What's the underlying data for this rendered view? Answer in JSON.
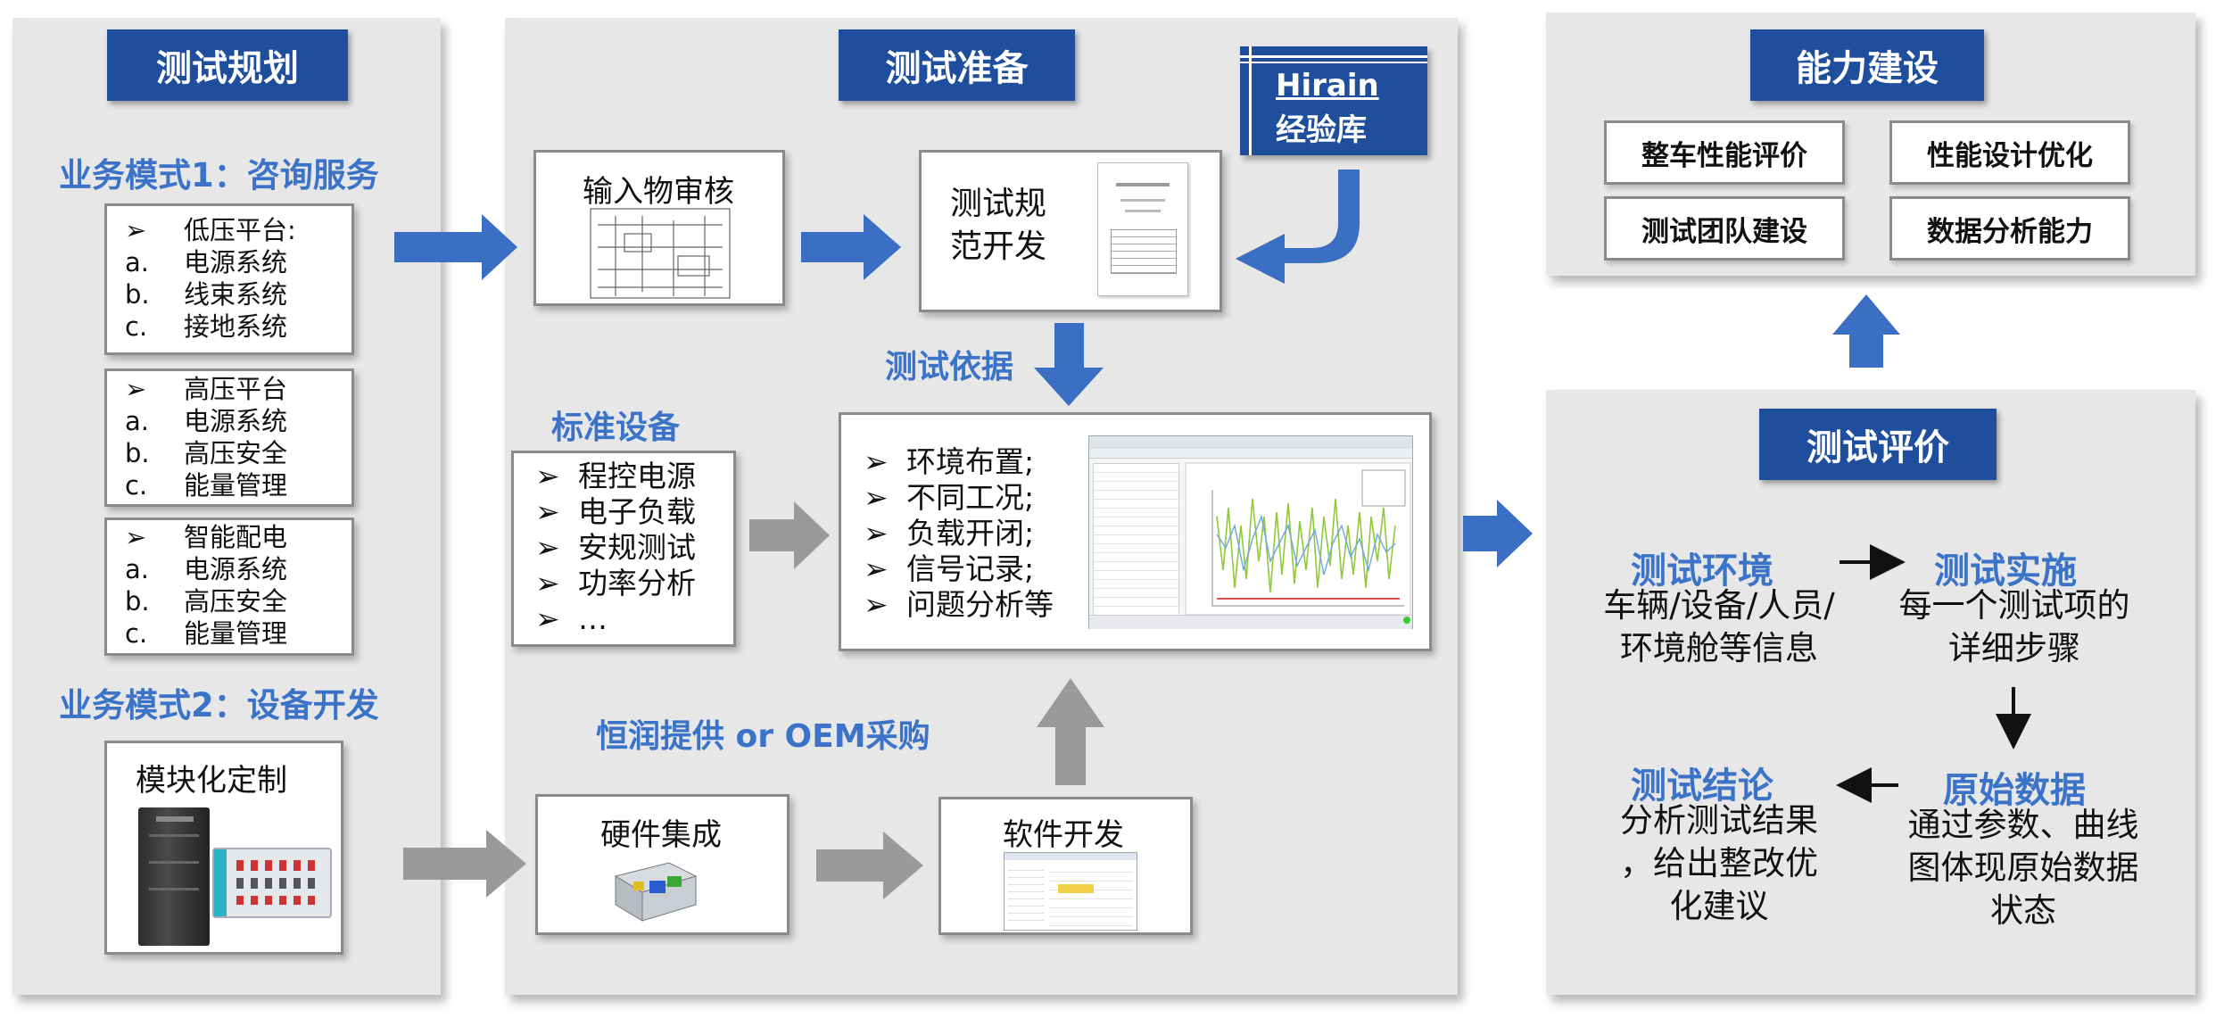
{
  "colors": {
    "brand_blue": "#1f4e9d",
    "accent_blue": "#3a73c8",
    "arrow_blue": "#3b6fc4",
    "arrow_gray": "#9a9a9a",
    "panel_gray": "#e7e7e7"
  },
  "planning": {
    "header": "测试规划",
    "mode1": "业务模式1：咨询服务",
    "platforms": [
      {
        "name": "低压平台:",
        "items": [
          {
            "m": "a.",
            "t": "电源系统"
          },
          {
            "m": "b.",
            "t": "线束系统"
          },
          {
            "m": "c.",
            "t": "接地系统"
          }
        ]
      },
      {
        "name": "高压平台",
        "items": [
          {
            "m": "a.",
            "t": "电源系统"
          },
          {
            "m": "b.",
            "t": "高压安全"
          },
          {
            "m": "c.",
            "t": "能量管理"
          }
        ]
      },
      {
        "name": "智能配电",
        "items": [
          {
            "m": "a.",
            "t": "电源系统"
          },
          {
            "m": "b.",
            "t": "高压安全"
          },
          {
            "m": "c.",
            "t": "能量管理"
          }
        ]
      }
    ],
    "bullet": "➢",
    "mode2": "业务模式2：设备开发",
    "modular_title": "模块化定制"
  },
  "prep": {
    "header": "测试准备",
    "input_review": "输入物审核",
    "spec_dev_line1": "测试规",
    "spec_dev_line2": "范开发",
    "hirain_line1": "Hirain",
    "hirain_line2": "经验库",
    "basis_label": "测试依据",
    "std_equipment_label": "标准设备",
    "std_equipment": [
      "程控电源",
      "电子负载",
      "安规测试",
      "功率分析",
      "…"
    ],
    "setup_items": [
      "环境布置;",
      "不同工况;",
      "负载开闭;",
      "信号记录;",
      "问题分析等"
    ],
    "supply_label": "恒润提供 or OEM采购",
    "hardware": "硬件集成",
    "software": "软件开发"
  },
  "capability": {
    "header": "能力建设",
    "items": [
      "整车性能评价",
      "性能设计优化",
      "测试团队建设",
      "数据分析能力"
    ]
  },
  "evaluation": {
    "header": "测试评价",
    "env_title": "测试环境",
    "env_text_1": "车辆/设备/人员/",
    "env_text_2": "环境舱等信息",
    "impl_title": "测试实施",
    "impl_text_1": "每一个测试项的",
    "impl_text_2": "详细步骤",
    "raw_title": "原始数据",
    "raw_text_1": "通过参数、曲线",
    "raw_text_2": "图体现原始数据",
    "raw_text_3": "状态",
    "concl_title": "测试结论",
    "concl_text_1": "分析测试结果",
    "concl_text_2": "，给出整改优",
    "concl_text_3": "化建议"
  }
}
